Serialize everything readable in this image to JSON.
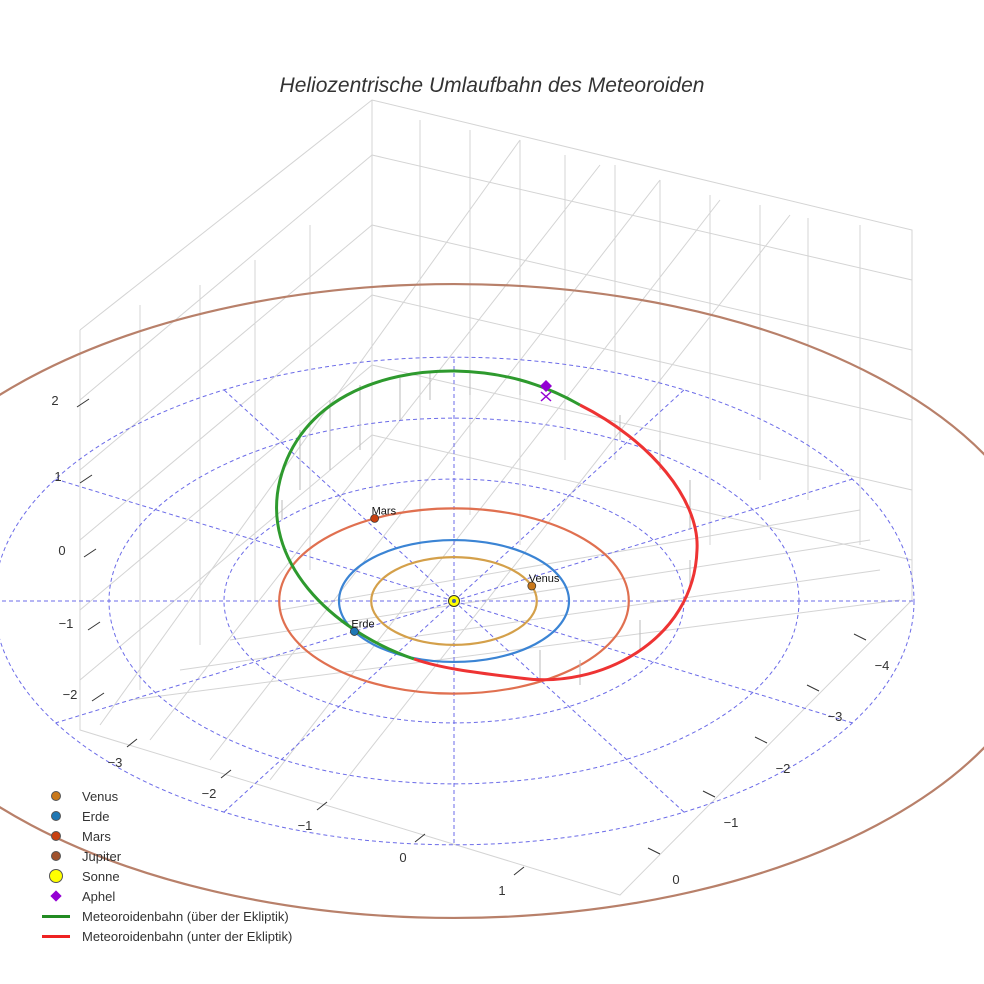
{
  "chart_data": {
    "type": "scatter3d",
    "title": "Heliozentrische Umlaufbahn des Meteoroiden",
    "planets": [
      {
        "name": "Venus",
        "orbit_radius_au": 0.72,
        "color": "#d4a04a",
        "marker": "#c9781a",
        "angle_deg": 20,
        "labeled": true
      },
      {
        "name": "Erde",
        "orbit_radius_au": 1.0,
        "color": "#3b84d4",
        "marker": "#1f77b4",
        "angle_deg": 210,
        "labeled": true
      },
      {
        "name": "Mars",
        "orbit_radius_au": 1.52,
        "color": "#e07050",
        "marker": "#c84010",
        "angle_deg": 117,
        "labeled": true
      },
      {
        "name": "Jupiter",
        "orbit_radius_au": 5.2,
        "color": "#b8806a",
        "marker": "#a0522d",
        "labeled": false
      }
    ],
    "grid_radii_au": [
      1,
      2,
      3,
      4
    ],
    "x_ticks": [
      "−3",
      "−2",
      "−1",
      "0",
      "1"
    ],
    "y_ticks": [
      "−4",
      "−3",
      "−2",
      "−1",
      "0"
    ],
    "z_ticks": [
      "2",
      "1",
      "0",
      "−1",
      "−2"
    ],
    "legend": [
      {
        "label": "Venus",
        "symbol": "dot",
        "color": "#c9781a"
      },
      {
        "label": "Erde",
        "symbol": "dot",
        "color": "#1f77b4"
      },
      {
        "label": "Mars",
        "symbol": "dot",
        "color": "#c84010"
      },
      {
        "label": "Jupiter",
        "symbol": "dot",
        "color": "#a0522d"
      },
      {
        "label": "Sonne",
        "symbol": "bigdot",
        "color": "#ffff00"
      },
      {
        "label": "Aphel",
        "symbol": "diamond",
        "color": "#9400d3"
      },
      {
        "label": "Meteoroidenbahn (über der Ekliptik)",
        "symbol": "line",
        "color": "#228b22"
      },
      {
        "label": "Meteoroidenbahn (unter der Ekliptik)",
        "symbol": "line",
        "color": "#ee2222"
      }
    ]
  }
}
